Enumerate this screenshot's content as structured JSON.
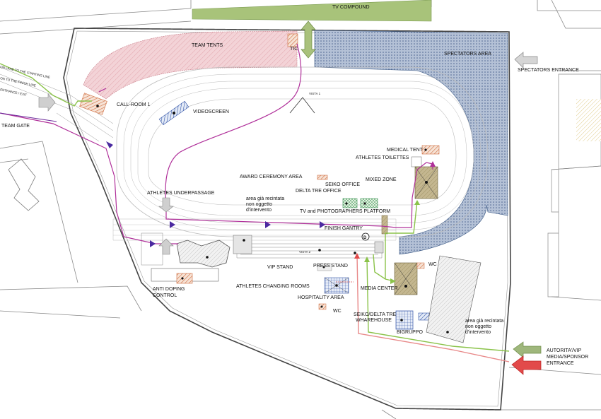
{
  "labels": {
    "tv_compound": "TV COMPOUND",
    "team_tents": "TEAM TENTS",
    "tic": "TIC",
    "spectators_area": "SPECTATORS AREA",
    "spectators_entrance": "SPECTATORS ENTRANCE",
    "call_room": "CALL-ROOM 1",
    "videoscreen": "VIDEOSCREEN",
    "vista1": "VISTA 1",
    "team_gate": "TEAM GATE",
    "lane_to_start": "ON LANE TO THE STARTING LINE",
    "lane_to_finish": "ON TO THE FINISH LINE",
    "entrance_exit": "ENTRANCE / EXIT",
    "medical_tent": "MEDICAL TENT",
    "athletes_toilettes": "ATHLETES TOILETTES",
    "award_ceremony": "AWARD CEREMONY AREA",
    "seiko_office": "SEIKO OFFICE",
    "mixed_zone": "MIXED ZONE",
    "delta_tre_office": "DELTA TRE OFFICE",
    "athletes_underpassage": "ATHLETES UNDERPASSAGE",
    "area_recintata_1_l1": "area già recintata",
    "area_recintata_1_l2": "non oggetto",
    "area_recintata_1_l3": "d'intervento",
    "tv_platform": "TV and PHOTOGRAPHERS PLATFORM",
    "finish_gantry": "FINISH GANTRY",
    "d_marker": "D",
    "vista2": "VISTA 2",
    "vip_stand": "VIP STAND",
    "press_stand": "PRESS STAND",
    "wc_right": "WC",
    "anti_doping_l1": "ANTI DOPING",
    "anti_doping_l2": "CONTROL",
    "changing_rooms": "ATHLETES CHANGING ROOMS",
    "media_center": "MEDIA CENTER",
    "hospitality": "HOSPITALITY AREA",
    "wc_center": "WC",
    "seiko_wh_l1": "SEIKO/DELTA TRE",
    "seiko_wh_l2": "WHAREHOUSE",
    "bigruppo": "BIGRUPPO",
    "area_recintata_2_l1": "area già recintata",
    "area_recintata_2_l2": "non oggetto",
    "area_recintata_2_l3": "d'intervento",
    "vip_entrance_l1": "AUTORITA'/VIP",
    "vip_entrance_l2": "MEDIA/SPONSOR",
    "vip_entrance_l3": "ENTRANCE"
  },
  "colors": {
    "green_area": "#a8c37a",
    "pink_area": "#efc2c8",
    "blue_area": "#9fb1cc",
    "magenta_path": "#b0309a",
    "green_path": "#8bc34a",
    "orange_box": "#cf6a3c",
    "blue_box": "#3556a8",
    "arrow_gray": "#c9c9c9",
    "arrow_green": "#9fb77c",
    "arrow_red": "#e24a4a",
    "arrow_purple": "#6a2a9a"
  }
}
